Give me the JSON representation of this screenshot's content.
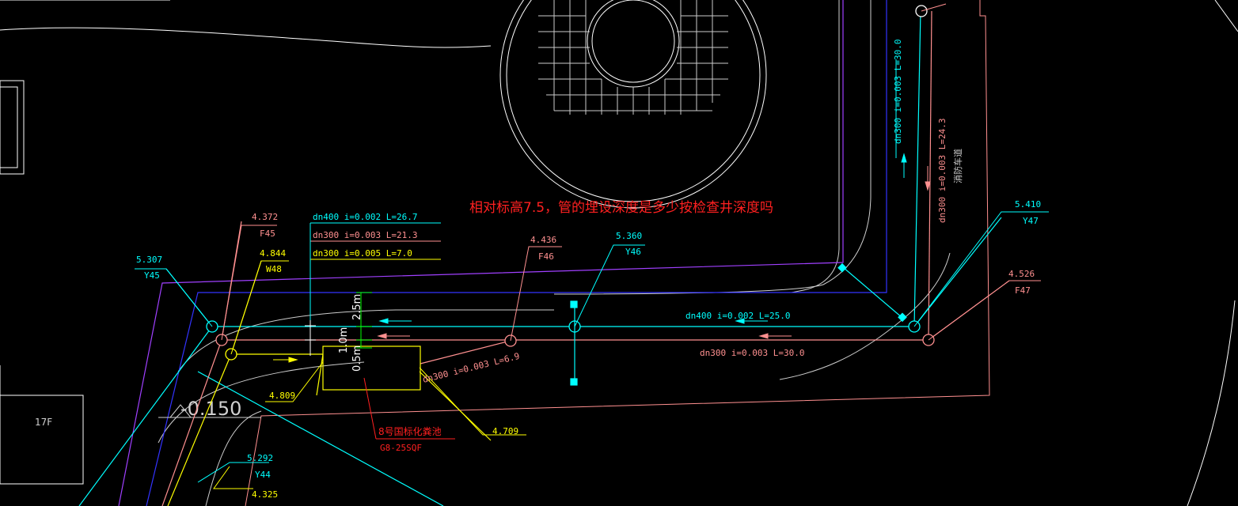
{
  "annotation": "相对标高7.5，管的埋设深度是多少按检查井深度吗",
  "pipe_labels": {
    "top_1": "dn400 i=0.002 L=26.7",
    "top_2": "dn300 i=0.003 L=21.3",
    "top_3": "dn300 i=0.005 L=7.0",
    "right_v1": "dn300 i=0.003 L=30.0",
    "right_v2": "dn300 i=0.003 L=24.3",
    "right_v_note": "消防车道",
    "mid_main": "dn400 i=0.002 L=25.0",
    "bottom_main": "dn300 i=0.003 L=30.0",
    "tank_out": "dn300 i=0.003 L=6.9"
  },
  "wells": {
    "F45": {
      "elev": "4.372",
      "id": "F45"
    },
    "W48": {
      "elev": "4.844",
      "id": "W48"
    },
    "Y45": {
      "elev": "5.307",
      "id": "Y45"
    },
    "F46": {
      "elev": "4.436",
      "id": "F46"
    },
    "Y46": {
      "elev": "5.360",
      "id": "Y46"
    },
    "Y47": {
      "elev": "5.410",
      "id": "Y47"
    },
    "F47": {
      "elev": "4.526",
      "id": "F47"
    },
    "Y44": {
      "elev": "5.292",
      "id": "Y44"
    },
    "F44": {
      "elev": "4.325"
    }
  },
  "extra_elev": {
    "left_tank": "4.809",
    "right_tank": "4.709"
  },
  "tank": {
    "title": "8号国标化粪池",
    "model": "G8-25SQF",
    "d1": "1.0m",
    "d2": "0.5m",
    "d3": "2.5m"
  },
  "building": {
    "label": "17F"
  },
  "ground_elev": "-0.150",
  "colors": {
    "cyan": "#00ffff",
    "yellow": "#ffff00",
    "pink": "#ff9090",
    "blue": "#3333ff",
    "purple": "#a040ff",
    "red": "#ff2020",
    "white": "#ffffff"
  }
}
